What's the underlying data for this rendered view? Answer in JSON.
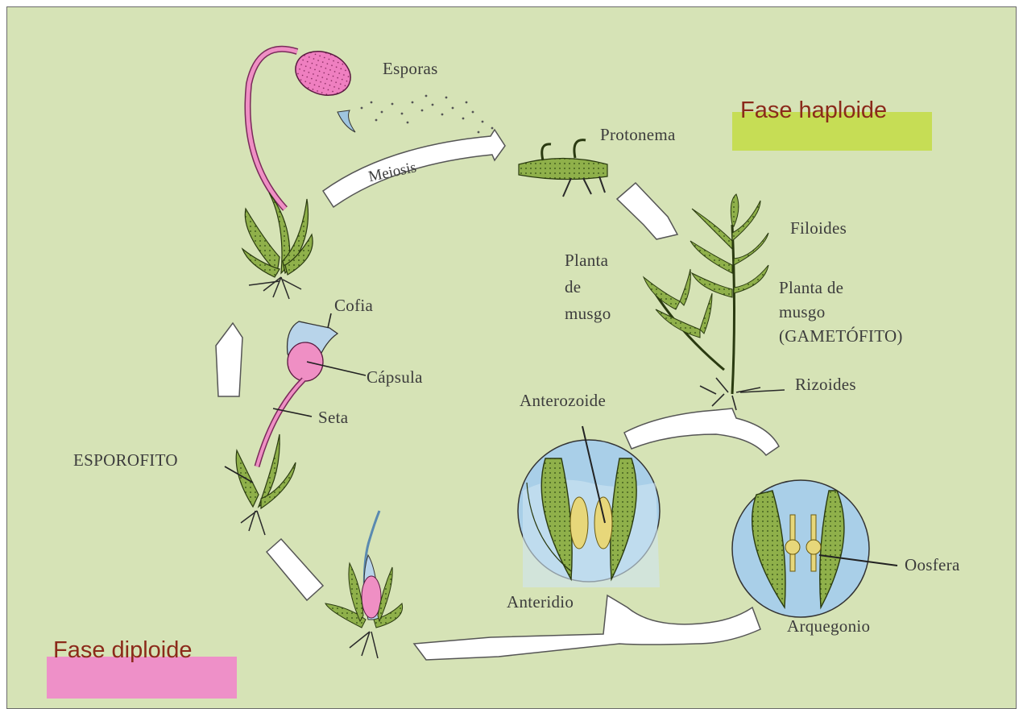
{
  "phases": {
    "haploid": {
      "label": "Fase haploide",
      "highlight_color": "#c6dd55"
    },
    "diploid": {
      "label": "Fase diploide",
      "highlight_color": "#ee90c8"
    }
  },
  "labels": {
    "esporas": "Esporas",
    "meiosis": "Meiosis",
    "protonema": "Protonema",
    "filoides": "Filoides",
    "planta_musgo_1": "Planta",
    "planta_musgo_2": "de",
    "planta_musgo_3": "musgo",
    "gametofito_1": "Planta de",
    "gametofito_2": "musgo",
    "gametofito_3": "(GAMETÓFITO)",
    "rizoides": "Rizoides",
    "anterozoide": "Anterozoide",
    "anteridio": "Anteridio",
    "oosfera": "Oosfera",
    "arquegonio": "Arquegonio",
    "cofia": "Cofia",
    "capsula": "Cápsula",
    "seta": "Seta",
    "esporofito": "ESPOROFITO"
  },
  "colors": {
    "background": "#d6e3b6",
    "leaf": "#8fb04a",
    "capsule_pink": "#ef8fc4",
    "water_blue": "#a9cfe8",
    "text": "#3c3c3c"
  }
}
